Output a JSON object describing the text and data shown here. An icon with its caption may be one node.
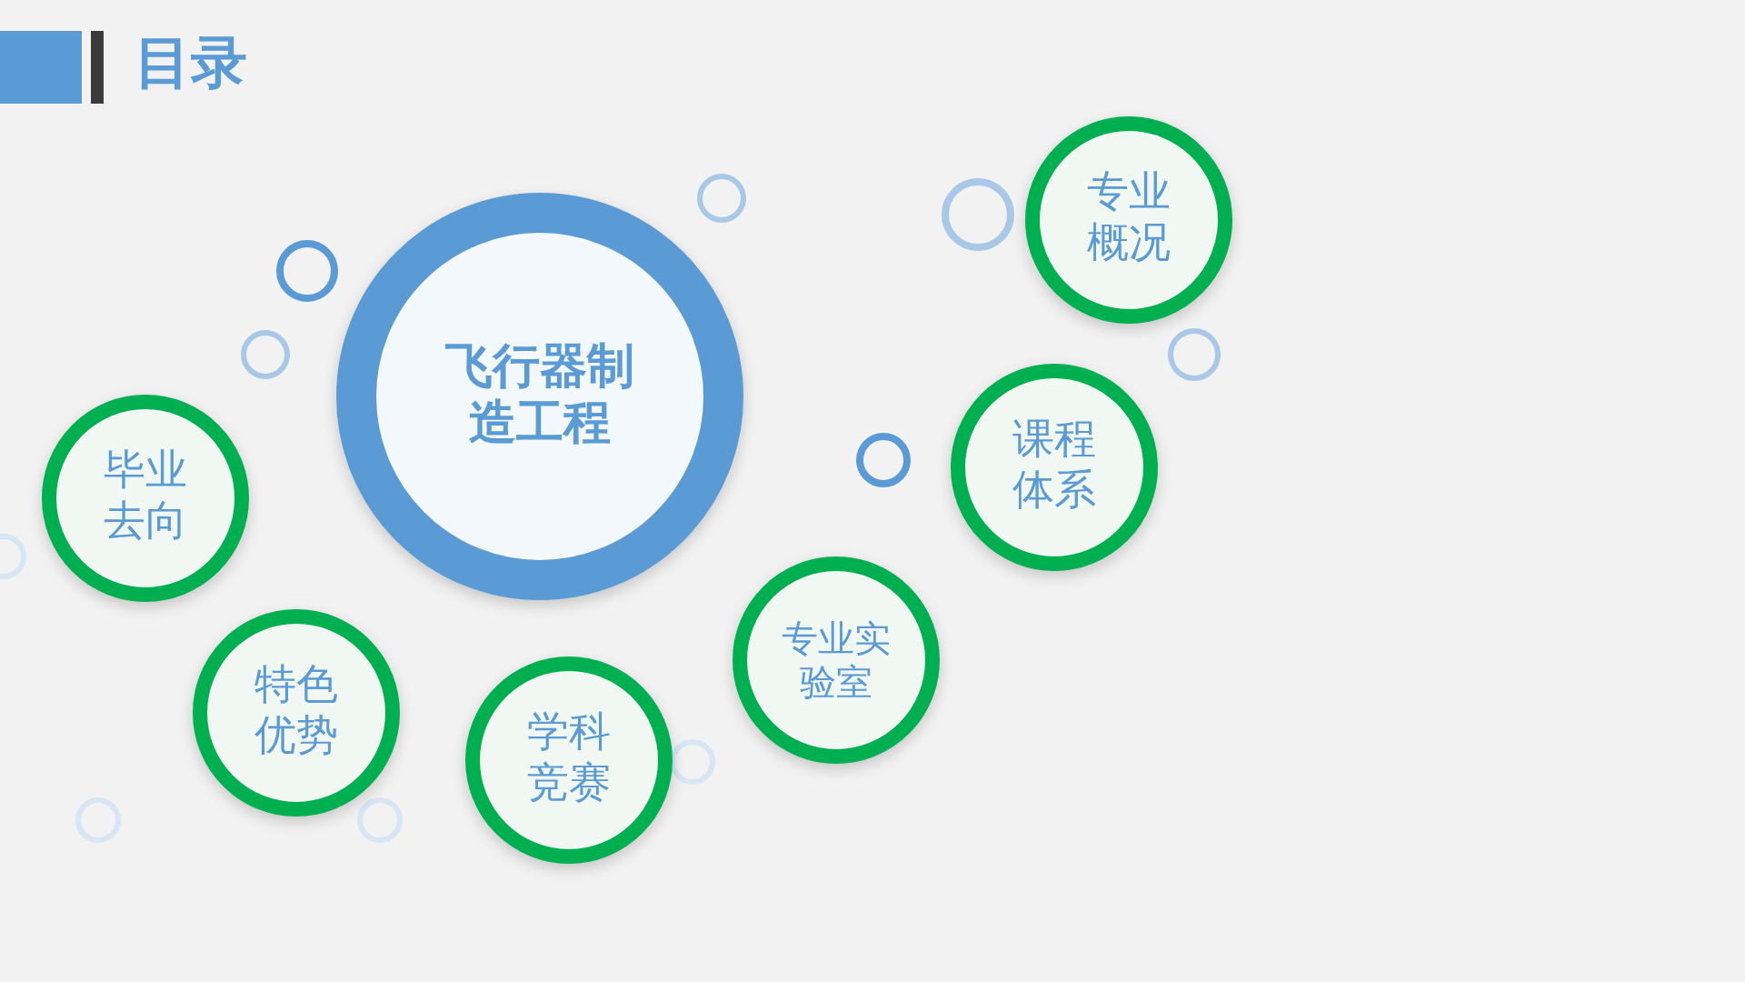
{
  "diagram": {
    "title": "目录",
    "nodes": [
      {
        "text": [
          "飞行器制造工程"
        ]
      },
      {
        "text": [
          "专业概况"
        ]
      },
      {
        "text": [
          "课程体系"
        ]
      },
      {
        "text": [
          "毕业去向"
        ]
      },
      {
        "text": [
          "专业实验室"
        ]
      },
      {
        "text": [
          "特色优势"
        ]
      },
      {
        "text": [
          "学科竞赛"
        ]
      }
    ]
  }
}
